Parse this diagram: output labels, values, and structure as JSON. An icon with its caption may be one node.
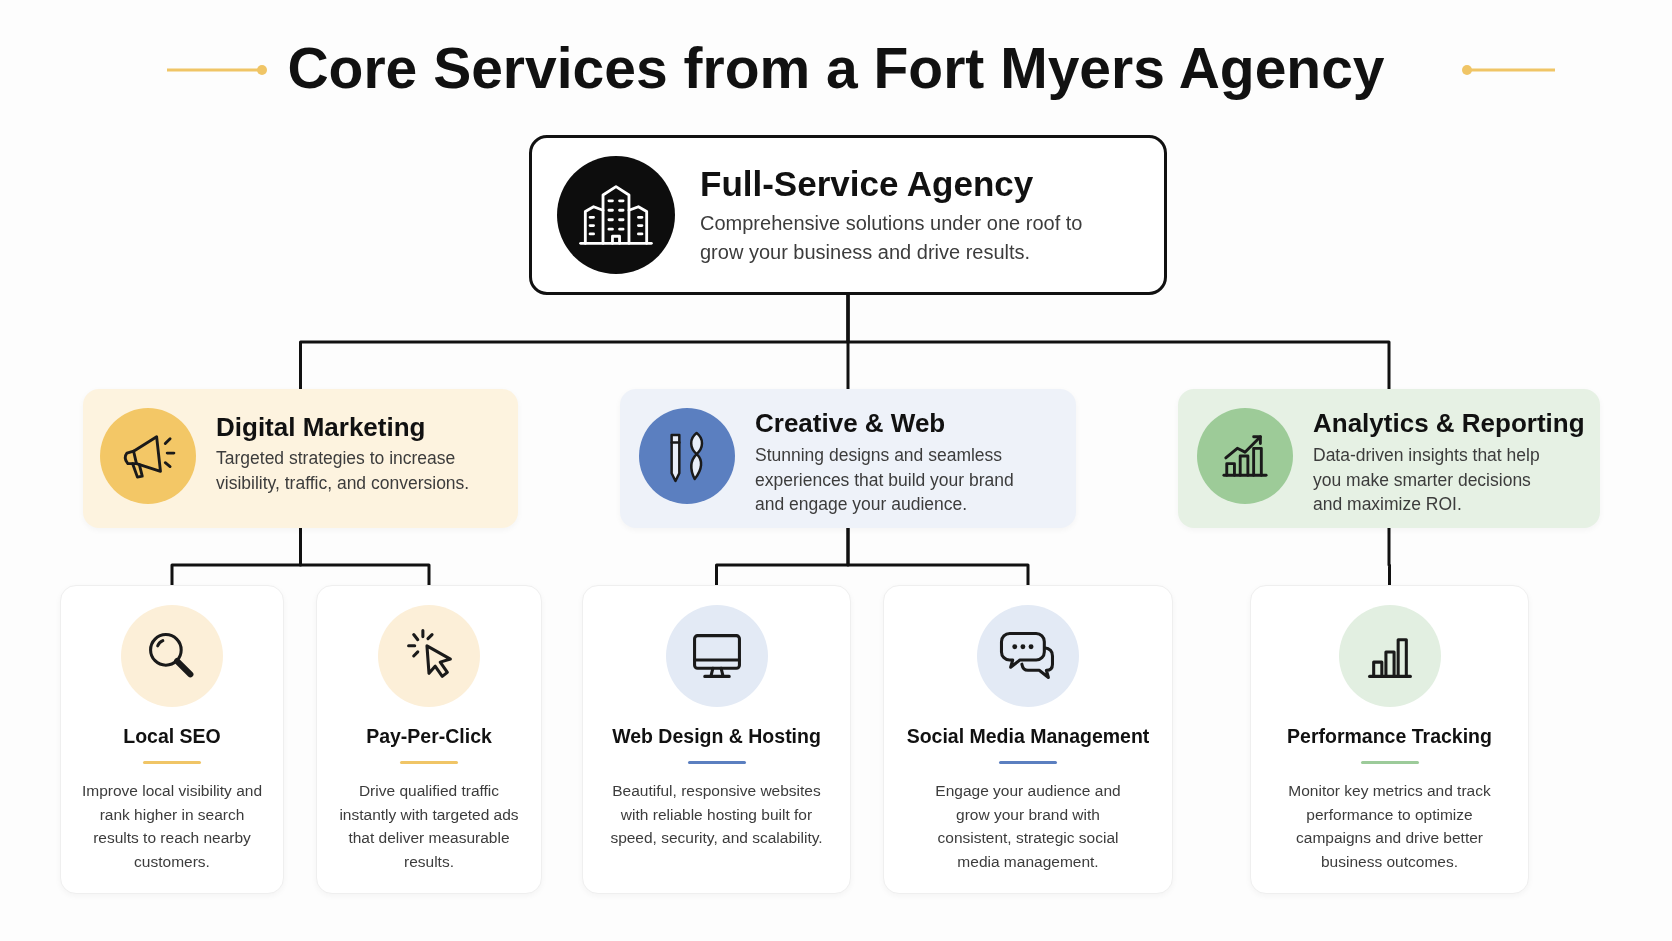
{
  "diagram": {
    "title": "Core Services from a Fort Myers Agency",
    "nodes": [
      {
        "text": [
          "Full-Service Agency",
          "Comprehensive solutions under one roof to grow your business and drive results."
        ]
      },
      {
        "text": [
          "Digital Marketing",
          "Targeted strategies to increase visibility, traffic, and conversions."
        ]
      },
      {
        "text": [
          "Creative & Web",
          "Stunning designs and seamless experiences that build your brand and engage your audience."
        ]
      },
      {
        "text": [
          "Analytics & Reporting",
          "Data-driven insights that help you make smarter decisions and maximize ROI."
        ]
      },
      {
        "text": [
          "Local SEO",
          "Improve local visibility and rank higher in search results to reach nearby customers."
        ]
      },
      {
        "text": [
          "Pay-Per-Click",
          "Drive qualified traffic instantly with targeted ads that deliver measurable results."
        ]
      },
      {
        "text": [
          "Web Design & Hosting",
          "Beautiful, responsive websites with reliable hosting built for speed, security, and scalability."
        ]
      },
      {
        "text": [
          "Social Media Management",
          "Engage your audience and grow your brand with consistent, strategic social media management."
        ]
      },
      {
        "text": [
          "Performance Tracking",
          "Monitor key metrics and track performance to optimize campaigns and drive better business outcomes."
        ]
      }
    ],
    "edges": [
      {
        "from": 0,
        "to": 1,
        "arrow": "none"
      },
      {
        "from": 0,
        "to": 2,
        "arrow": "none"
      },
      {
        "from": 0,
        "to": 3,
        "arrow": "none"
      },
      {
        "from": 1,
        "to": 4,
        "arrow": "none"
      },
      {
        "from": 1,
        "to": 5,
        "arrow": "none"
      },
      {
        "from": 2,
        "to": 6,
        "arrow": "none"
      },
      {
        "from": 2,
        "to": 7,
        "arrow": "none"
      },
      {
        "from": 3,
        "to": 8,
        "arrow": "none"
      }
    ]
  }
}
